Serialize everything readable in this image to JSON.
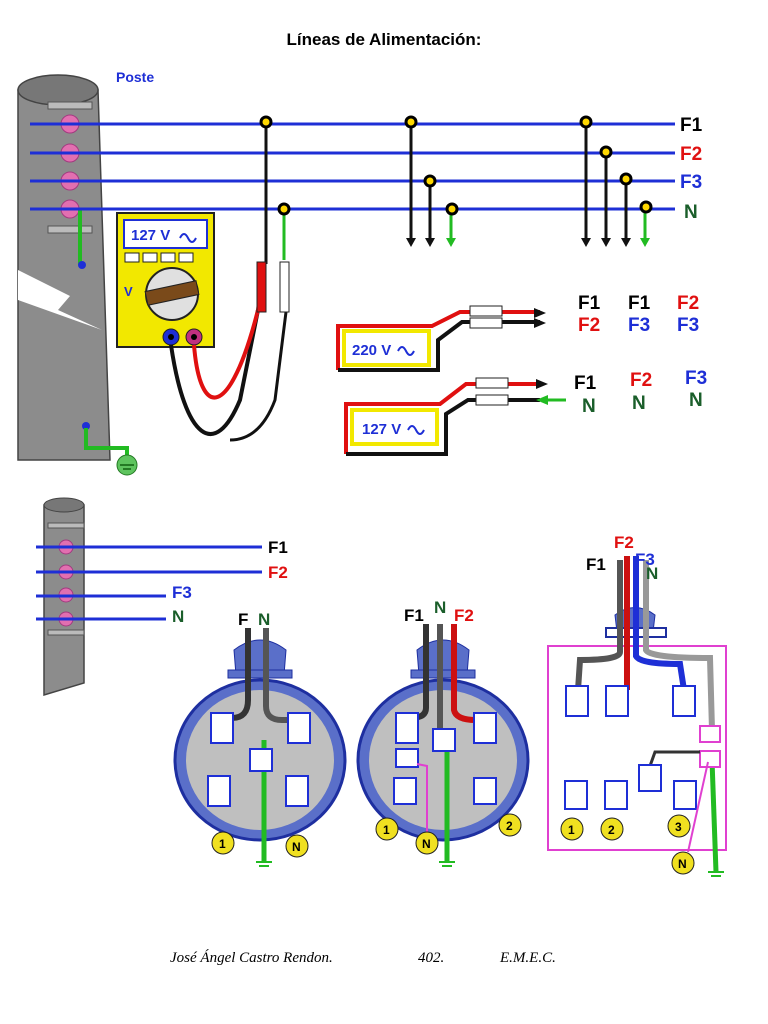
{
  "title": "Líneas de Alimentación:",
  "top_panel": {
    "pole_label": "Poste",
    "line_labels": [
      "F1",
      "F2",
      "F3",
      "N"
    ],
    "meter_reading": "127 V",
    "meter_220_reading": "220 V",
    "meter_127_reading": "127 V",
    "pairs_220": {
      "top": [
        "F1",
        "F1",
        "F2"
      ],
      "bottom": [
        "F2",
        "F3",
        "F3"
      ]
    },
    "pairs_127": {
      "top": [
        "F1",
        "F2",
        "F3"
      ],
      "bottom": [
        "N",
        "N",
        "N"
      ]
    }
  },
  "bottom_panel": {
    "line_labels": [
      "F1",
      "F2",
      "F3",
      "N"
    ],
    "box1": {
      "wires": [
        "F",
        "N"
      ],
      "badges": [
        "1",
        "N"
      ]
    },
    "box2": {
      "wires": [
        "F1",
        "N",
        "F2"
      ],
      "badges": [
        "1",
        "N",
        "2"
      ]
    },
    "box3": {
      "wires": [
        "F1",
        "F2",
        "F3",
        "N"
      ],
      "badges": [
        "1",
        "2",
        "3",
        "N"
      ]
    }
  },
  "footer": {
    "author": "José Ángel Castro Rendon.",
    "page": "402.",
    "org": "E.M.E.C."
  },
  "colors": {
    "line_blue": "#1e2fd6",
    "phase_red": "#e01010",
    "neutral_green": "#1a5e2a",
    "ground_green": "#22bb22",
    "meter_yellow": "#f2e800",
    "pole_gray": "#8c8c8c",
    "box_blue": "#5a6fc9",
    "badge_yellow": "#f0e020"
  }
}
